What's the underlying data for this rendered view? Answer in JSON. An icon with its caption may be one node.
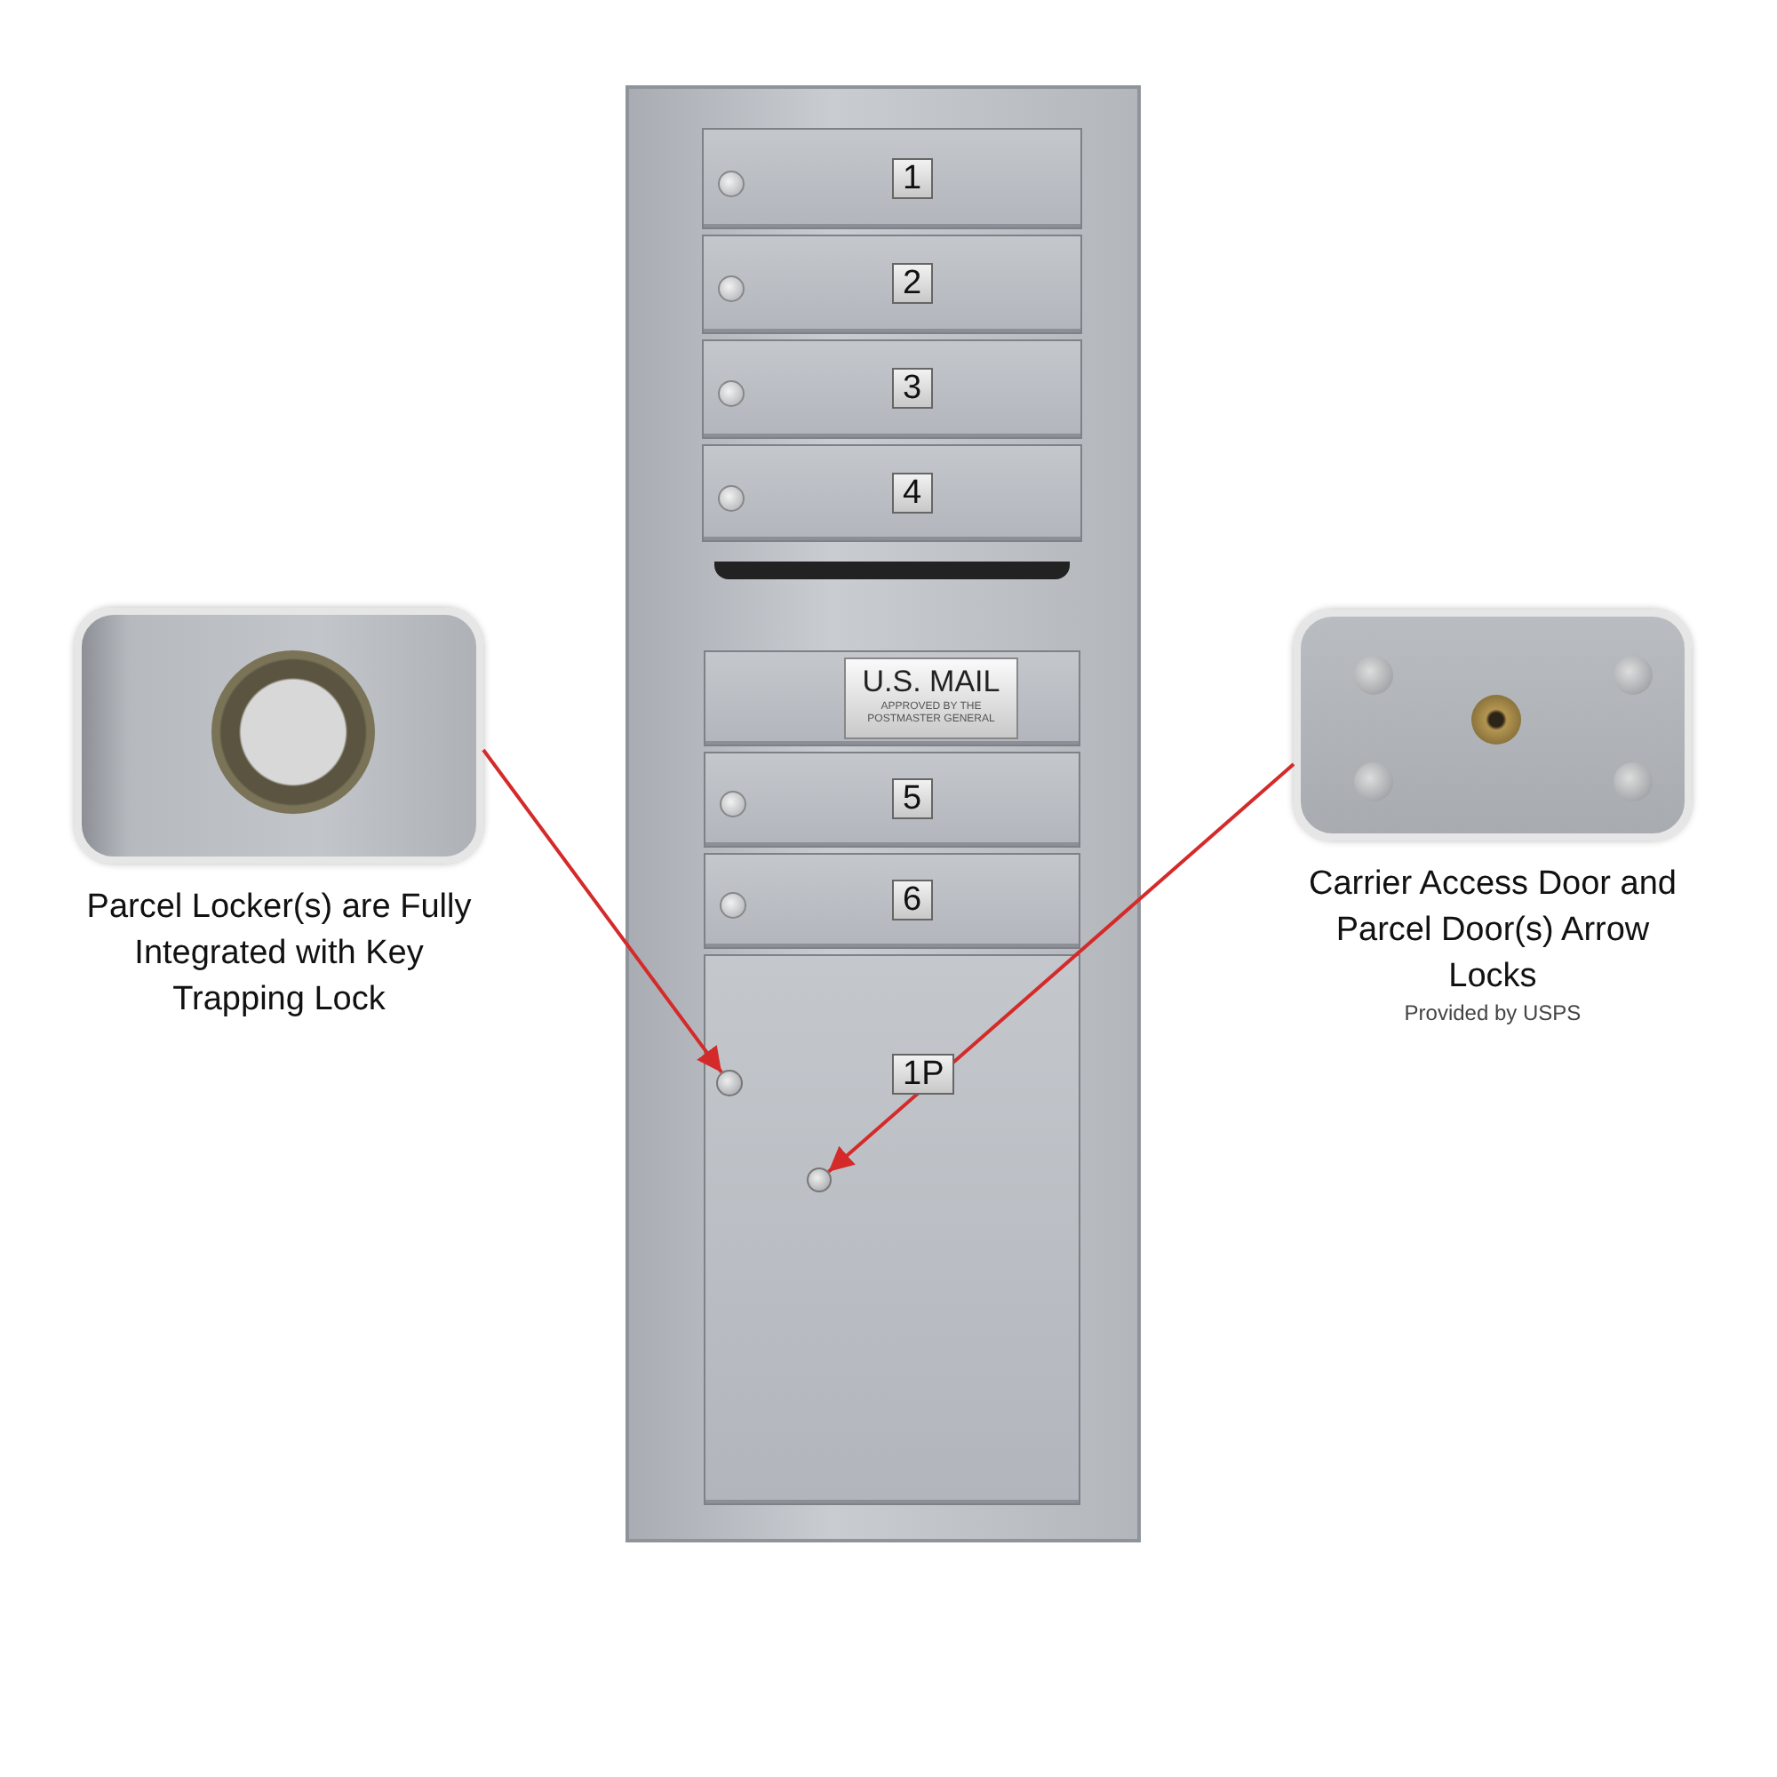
{
  "diagram": {
    "nodes": [
      {
        "text": [],
        "shape": "box"
      },
      {
        "text": [
          "1"
        ],
        "in": 0
      },
      {
        "text": [
          "2"
        ],
        "in": 0
      },
      {
        "text": [
          "3"
        ],
        "in": 0
      },
      {
        "text": [
          "4"
        ],
        "in": 0
      },
      {
        "text": [
          "U.S. MAIL",
          "APPROVED BY THE POSTMASTER GENERAL"
        ],
        "in": 0
      },
      {
        "text": [
          "5"
        ],
        "in": 0
      },
      {
        "text": [
          "6"
        ],
        "in": 0
      },
      {
        "text": [
          "1P"
        ],
        "in": 0
      },
      {
        "text": [
          "Parcel Locker(s) are Fully Integrated with Key Trapping Lock"
        ]
      },
      {
        "text": [
          "Carrier Access Door and Parcel Door(s) Arrow Locks",
          "Provided by USPS"
        ]
      },
      {
        "text": [],
        "shape": "circle",
        "in": 8
      },
      {
        "text": [],
        "shape": "circle",
        "in": 8
      }
    ],
    "edges": [
      {
        "from": 9,
        "to": 11,
        "arrow": "to"
      },
      {
        "from": 10,
        "to": 12,
        "arrow": "to"
      }
    ]
  }
}
